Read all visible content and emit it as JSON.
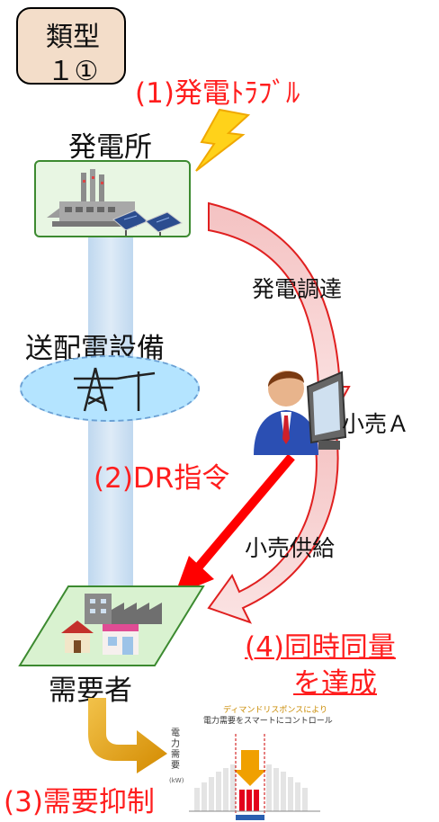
{
  "type_box": {
    "line1": "類型",
    "line2": "１①"
  },
  "steps": {
    "s1": "(1)発電ﾄﾗﾌﾞﾙ",
    "s2": "(2)DR指令",
    "s3": "(3)需要抑制",
    "s4_line1": "(4)同時同量",
    "s4_line2": "を達成"
  },
  "nodes": {
    "plant": "発電所",
    "grid": "送配電設備",
    "retailer": "小売Ａ",
    "consumer": "需要者"
  },
  "flows": {
    "procure": "発電調達",
    "supply": "小売供給"
  },
  "dr_chart": {
    "line1": "ディマンドリスポンスにより",
    "line2": "電力需要をスマートにコントロール",
    "ylabel": "電力需要",
    "unit": "(kW)"
  },
  "colors": {
    "accent_red": "#ff1e1e",
    "plant_fill": "#e8f6e3",
    "plant_border": "#3c8a30",
    "grid_fill": "#b4e4ff",
    "transmission": "#b4d1ec",
    "type_box_fill": "#f3ddc9",
    "consumer_fill": "#d9f2d0",
    "arrow_pink": "#f4c2c2",
    "dr_arrow": "#e5a000"
  },
  "icons": [
    "lightning-icon",
    "power-plant-icon",
    "solar-panel-icon",
    "transmission-tower-icon",
    "retailer-person-icon",
    "computer-monitor-icon",
    "building-icon",
    "factory-icon",
    "house-icon",
    "shop-icon"
  ]
}
